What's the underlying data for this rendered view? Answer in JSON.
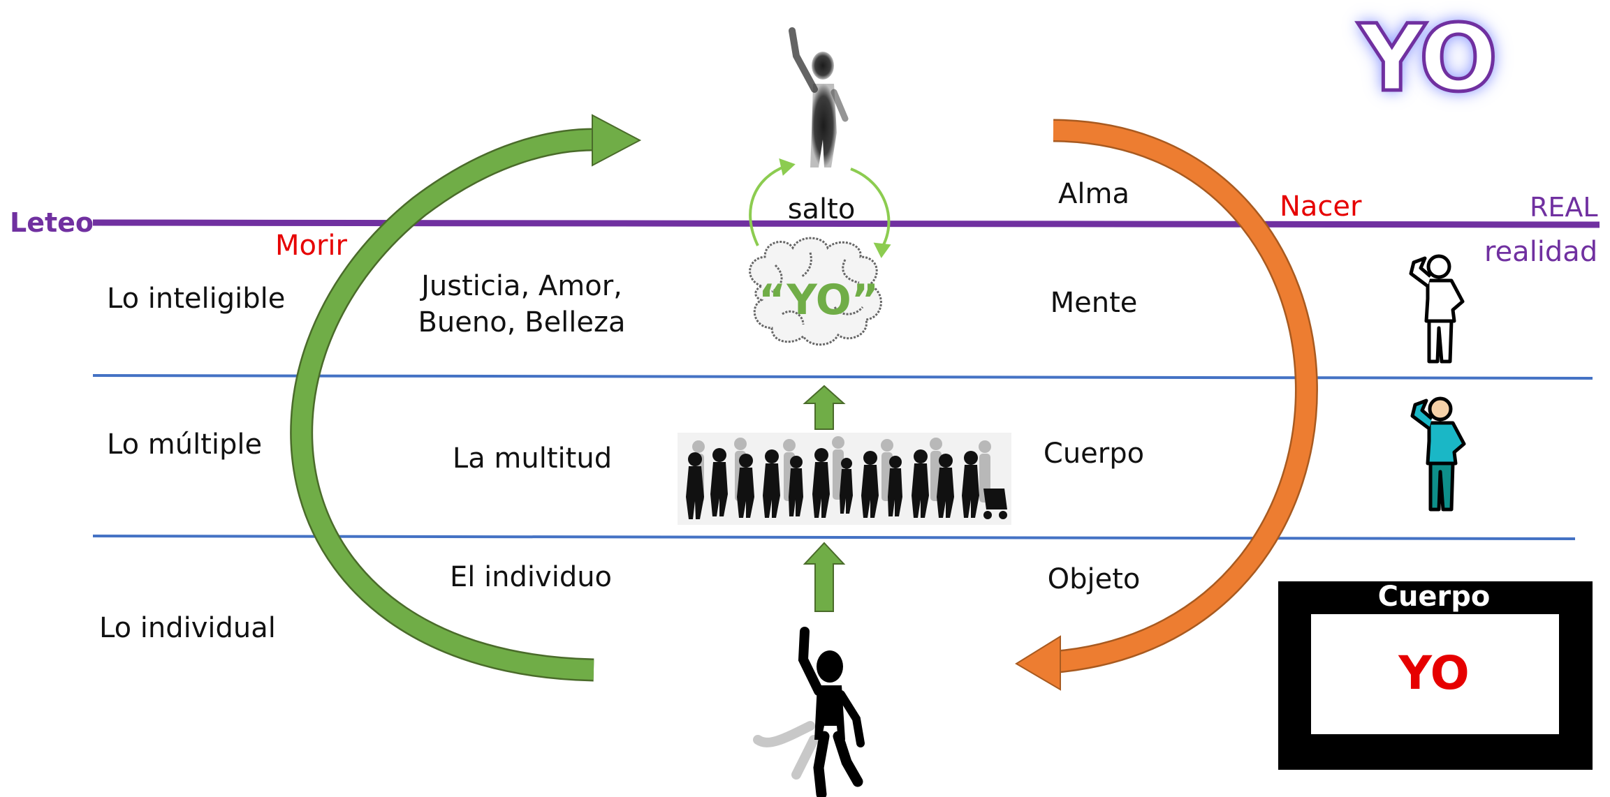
{
  "header": {
    "title": "YO"
  },
  "reality_line": {
    "left_label": "Leteo",
    "right_label_top": "REAL",
    "right_label_bottom": "realidad",
    "color": "#7030a0"
  },
  "cycle": {
    "die_label": "Morir",
    "born_label": "Nacer",
    "left_arrow_color": "#70ad47",
    "right_arrow_color": "#ed7d31"
  },
  "levels": [
    {
      "level": "Lo inteligible",
      "content": "Justicia, Amor,\nBueno, Belleza",
      "aspect": "Mente"
    },
    {
      "level": "Lo múltiple",
      "content": "La multitud",
      "aspect": "Cuerpo"
    },
    {
      "level": "Lo individual",
      "content": "El individuo",
      "aspect": "Objeto"
    }
  ],
  "above_line_aspect": "Alma",
  "center": {
    "jump_label": "salto",
    "brain_text": "“YO”"
  },
  "body_box": {
    "title": "Cuerpo",
    "inner_text": "YO"
  },
  "colors": {
    "level_divider": "#4472c4",
    "red_labels": "#e60000",
    "person_fill": "#1ab7c6",
    "person_dark": "#0e8f8a"
  }
}
